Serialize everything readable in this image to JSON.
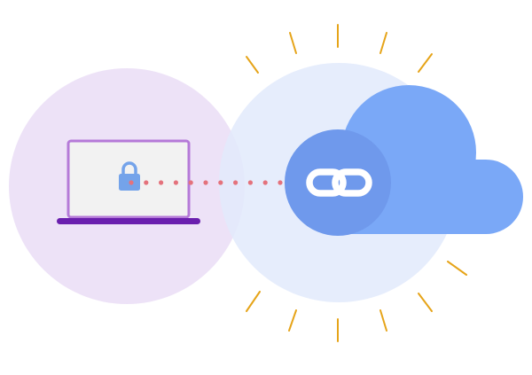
{
  "scene": {
    "left_circle": {
      "name": "device-zone",
      "color": "#ece0f7"
    },
    "right_circle": {
      "name": "cloud-zone",
      "color": "#e2eafc"
    },
    "laptop": {
      "screen_fill": "#f2f2f2",
      "frame_color": "#b57ad8",
      "base_color": "#6a1fae",
      "lock": {
        "icon": "lock-icon",
        "color": "#74a3ea"
      }
    },
    "connection": {
      "icon": "dotted-connection-line",
      "color": "#e4727c"
    },
    "cloud": {
      "icon": "cloud-icon",
      "color": "#7aa8f7",
      "link_badge": {
        "icon": "link-icon",
        "badge_color": "#6f99ec",
        "glyph_color": "#ffffff"
      }
    },
    "rays": {
      "icon": "sunburst-rays",
      "color": "#e6a419"
    }
  }
}
